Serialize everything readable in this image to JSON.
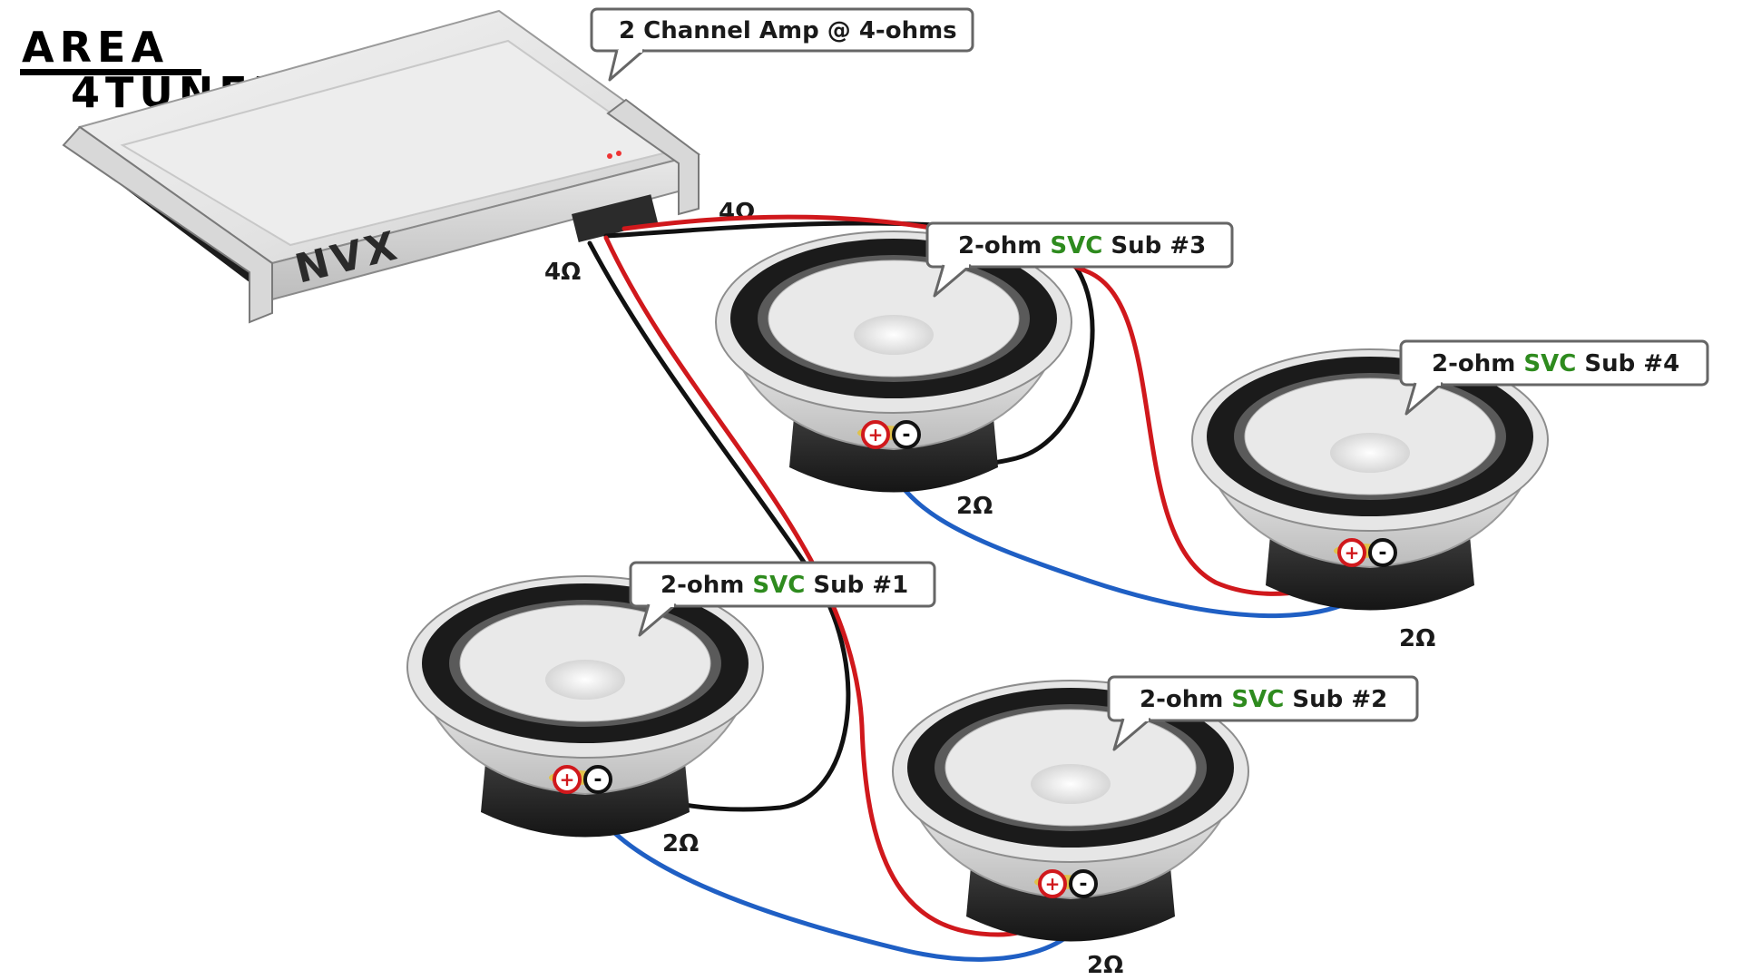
{
  "logo": {
    "line1": "AREA",
    "line2": "4TUNERS"
  },
  "amplifier": {
    "brand": "NVX",
    "callout": "2 Channel Amp @ 4-ohms",
    "left_channel_load": "4Ω",
    "right_channel_load": "4Ω"
  },
  "subs": [
    {
      "prefix": "2-ohm ",
      "type": "SVC",
      "suffix": " Sub #1",
      "impedance": "2Ω"
    },
    {
      "prefix": "2-ohm ",
      "type": "SVC",
      "suffix": " Sub #2",
      "impedance": "2Ω"
    },
    {
      "prefix": "2-ohm ",
      "type": "SVC",
      "suffix": " Sub #3",
      "impedance": "2Ω"
    },
    {
      "prefix": "2-ohm ",
      "type": "SVC",
      "suffix": " Sub #4",
      "impedance": "2Ω"
    }
  ],
  "terminals": {
    "positive": "+",
    "negative": "-"
  },
  "colors": {
    "positive_wire": "#d0181c",
    "negative_wire": "#111111",
    "series_jumper": "#1f5fc4",
    "svc_text": "#2e8b1e",
    "label_text": "#1a1a1a"
  }
}
